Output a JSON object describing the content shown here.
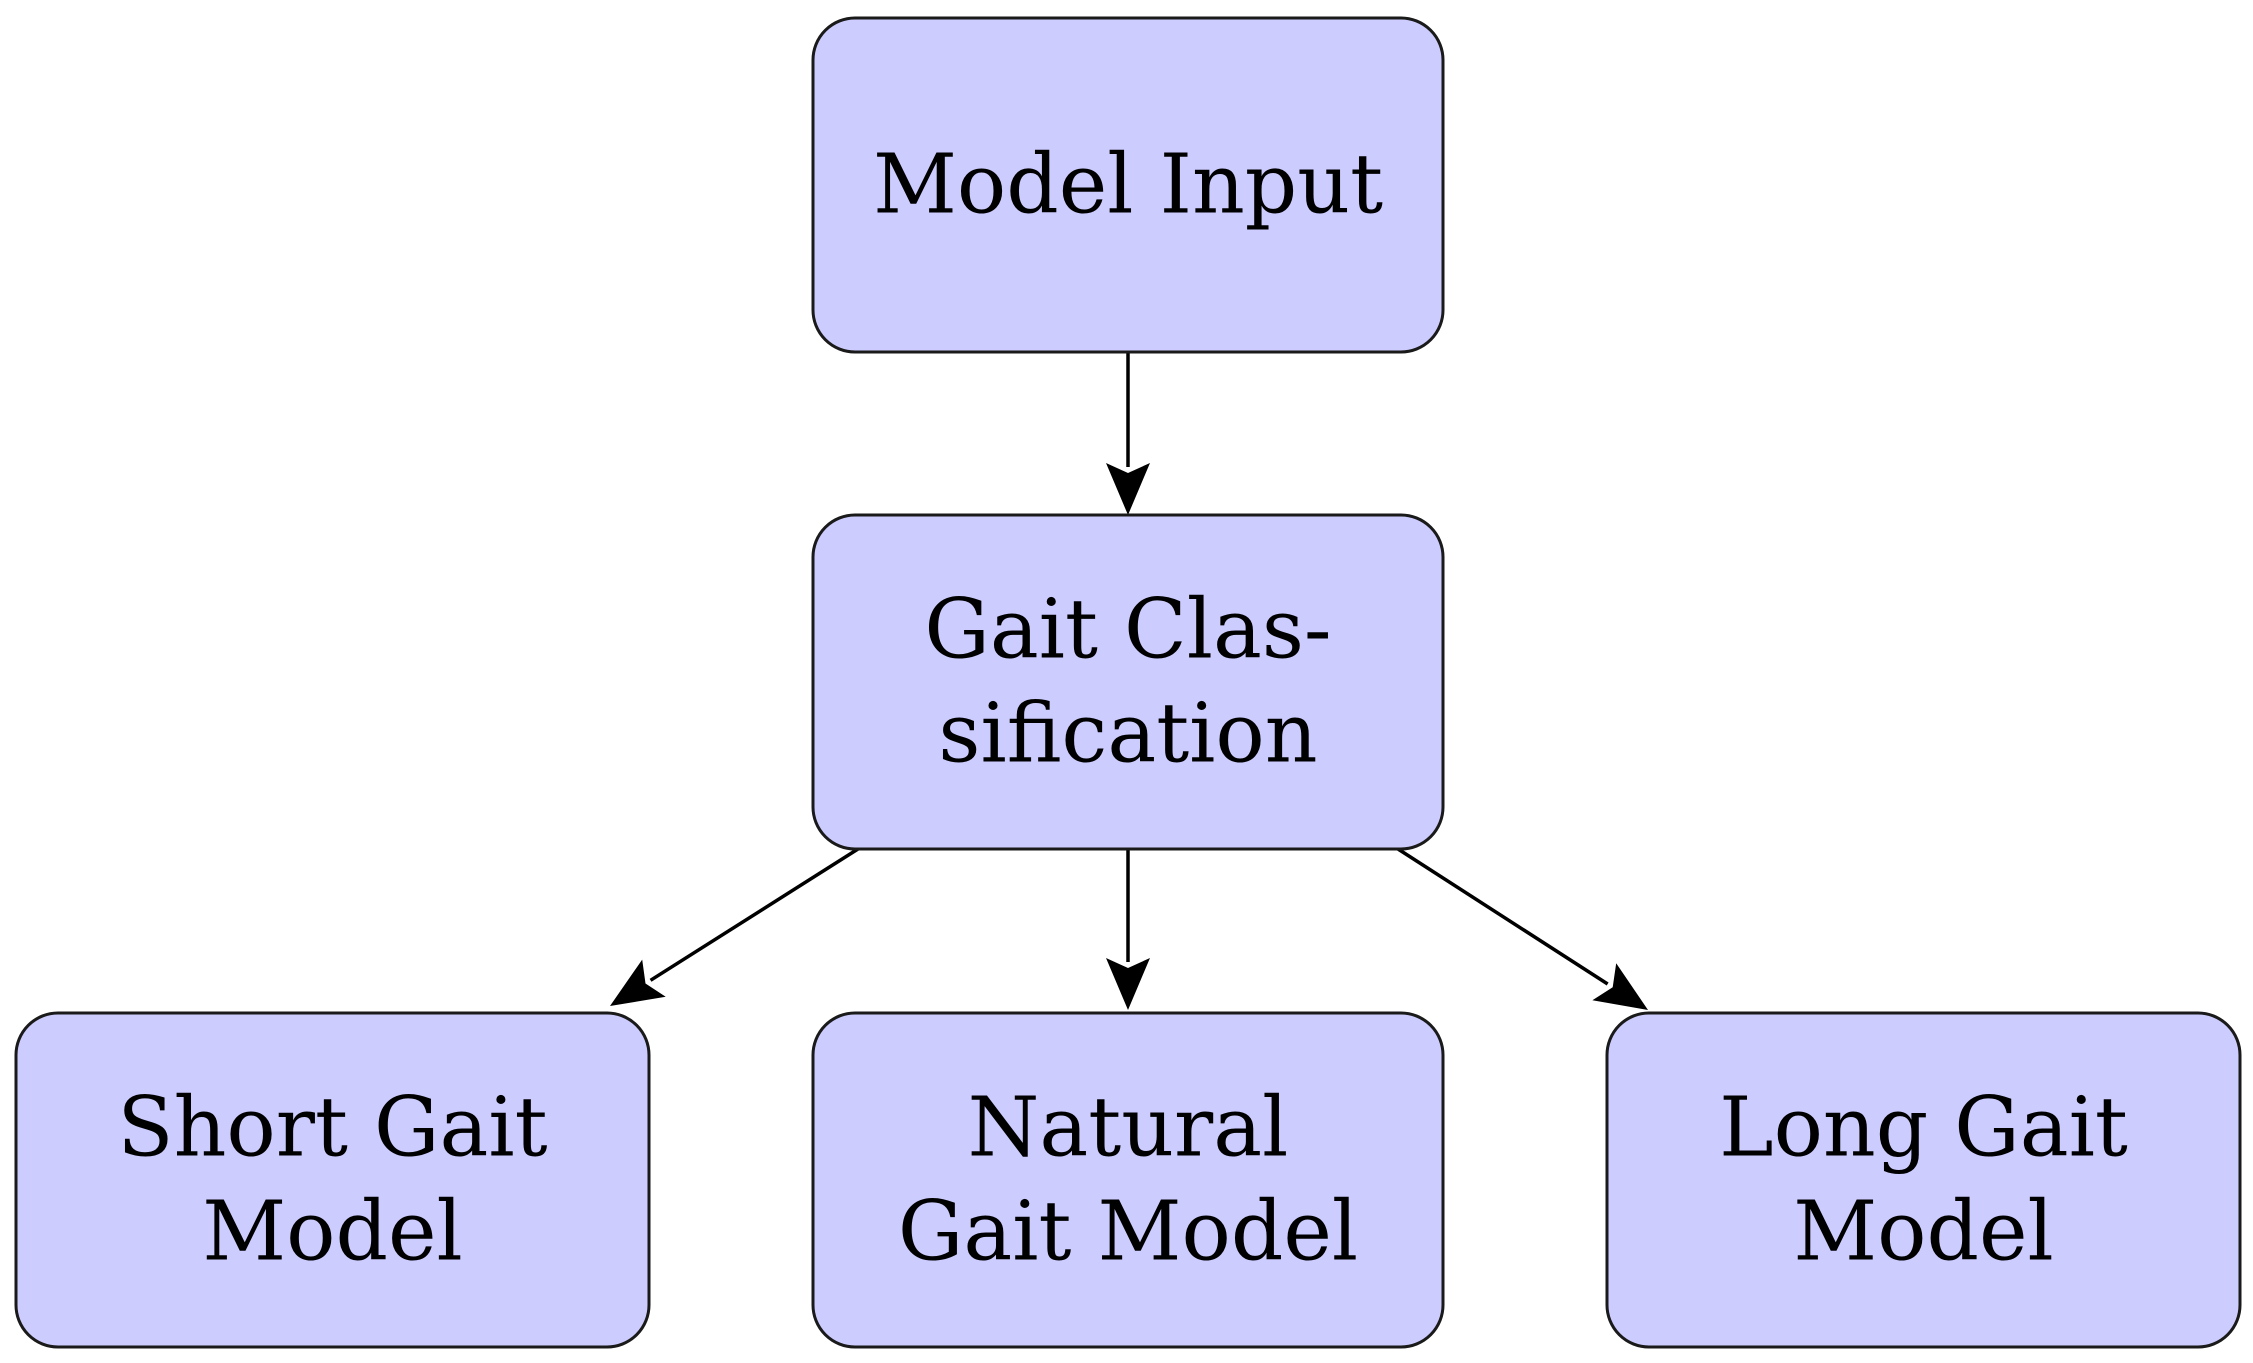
{
  "diagram": {
    "nodes": [
      {
        "id": "model-input",
        "lines": [
          "Model Input"
        ]
      },
      {
        "id": "gait-classification",
        "lines": [
          "Gait Clas-",
          "sification"
        ]
      },
      {
        "id": "short-gait-model",
        "lines": [
          "Short Gait",
          "Model"
        ]
      },
      {
        "id": "natural-gait-model",
        "lines": [
          "Natural",
          "Gait Model"
        ]
      },
      {
        "id": "long-gait-model",
        "lines": [
          "Long Gait",
          "Model"
        ]
      }
    ],
    "edges": [
      {
        "from": "model-input",
        "to": "gait-classification"
      },
      {
        "from": "gait-classification",
        "to": "short-gait-model"
      },
      {
        "from": "gait-classification",
        "to": "natural-gait-model"
      },
      {
        "from": "gait-classification",
        "to": "long-gait-model"
      }
    ],
    "colors": {
      "node_fill": "#ccccff",
      "node_stroke": "#1a1a1a",
      "edge": "#000000"
    }
  }
}
